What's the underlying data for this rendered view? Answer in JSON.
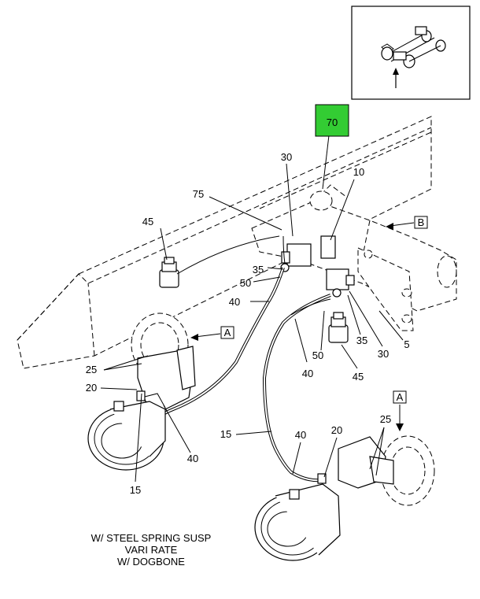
{
  "diagram": {
    "highlight_color": "#33cc33",
    "callouts": [
      {
        "id": "c70",
        "text": "70",
        "highlighted": true
      },
      {
        "id": "c30a",
        "text": "30"
      },
      {
        "id": "c10",
        "text": "10"
      },
      {
        "id": "c75",
        "text": "75"
      },
      {
        "id": "c45a",
        "text": "45"
      },
      {
        "id": "c35a",
        "text": "35"
      },
      {
        "id": "c50a",
        "text": "50"
      },
      {
        "id": "c40a",
        "text": "40"
      },
      {
        "id": "c25a",
        "text": "25"
      },
      {
        "id": "c20a",
        "text": "20"
      },
      {
        "id": "c40b",
        "text": "40"
      },
      {
        "id": "c15a",
        "text": "15"
      },
      {
        "id": "c50b",
        "text": "50"
      },
      {
        "id": "c40c",
        "text": "40"
      },
      {
        "id": "c45b",
        "text": "45"
      },
      {
        "id": "c35b",
        "text": "35"
      },
      {
        "id": "c30b",
        "text": "30"
      },
      {
        "id": "c5",
        "text": "5"
      },
      {
        "id": "c15b",
        "text": "15"
      },
      {
        "id": "c40d",
        "text": "40"
      },
      {
        "id": "c20b",
        "text": "20"
      },
      {
        "id": "c25b",
        "text": "25"
      }
    ],
    "view_refs": {
      "a1": "A",
      "a2": "A",
      "b": "B"
    },
    "caption": [
      "W/ STEEL SPRING SUSP",
      "VARI RATE",
      "W/ DOGBONE"
    ]
  }
}
